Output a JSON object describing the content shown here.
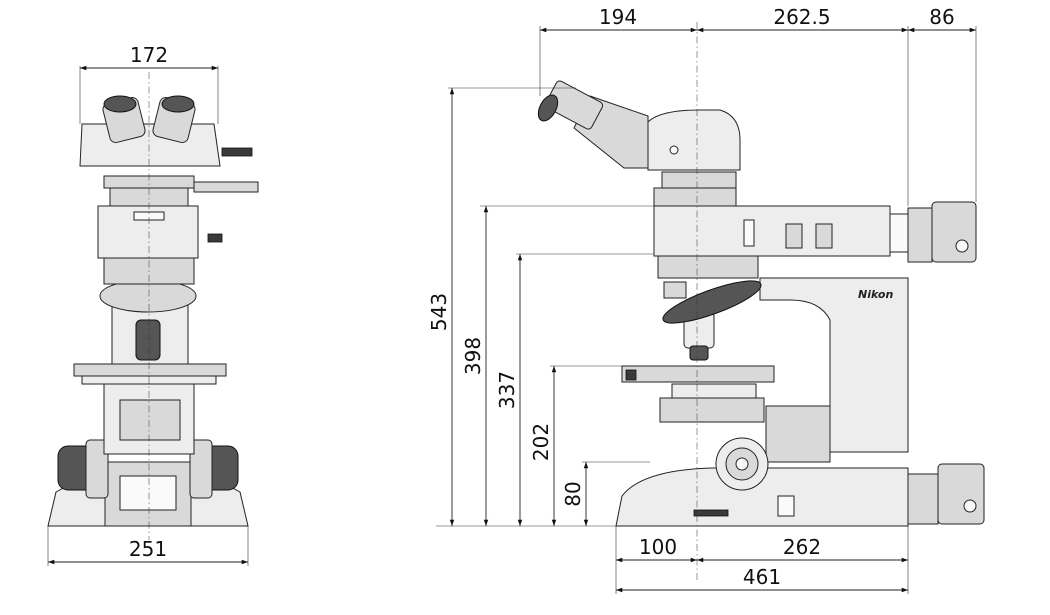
{
  "front_view": {
    "width_top": "172",
    "width_base": "251"
  },
  "side_view": {
    "top_dims": [
      "194",
      "262.5",
      "86"
    ],
    "height_total": "543",
    "height_398": "398",
    "height_337": "337",
    "height_202": "202",
    "height_80": "80",
    "bottom_dims": [
      "100",
      "262"
    ],
    "length_total": "461",
    "brand": "Nikon"
  }
}
